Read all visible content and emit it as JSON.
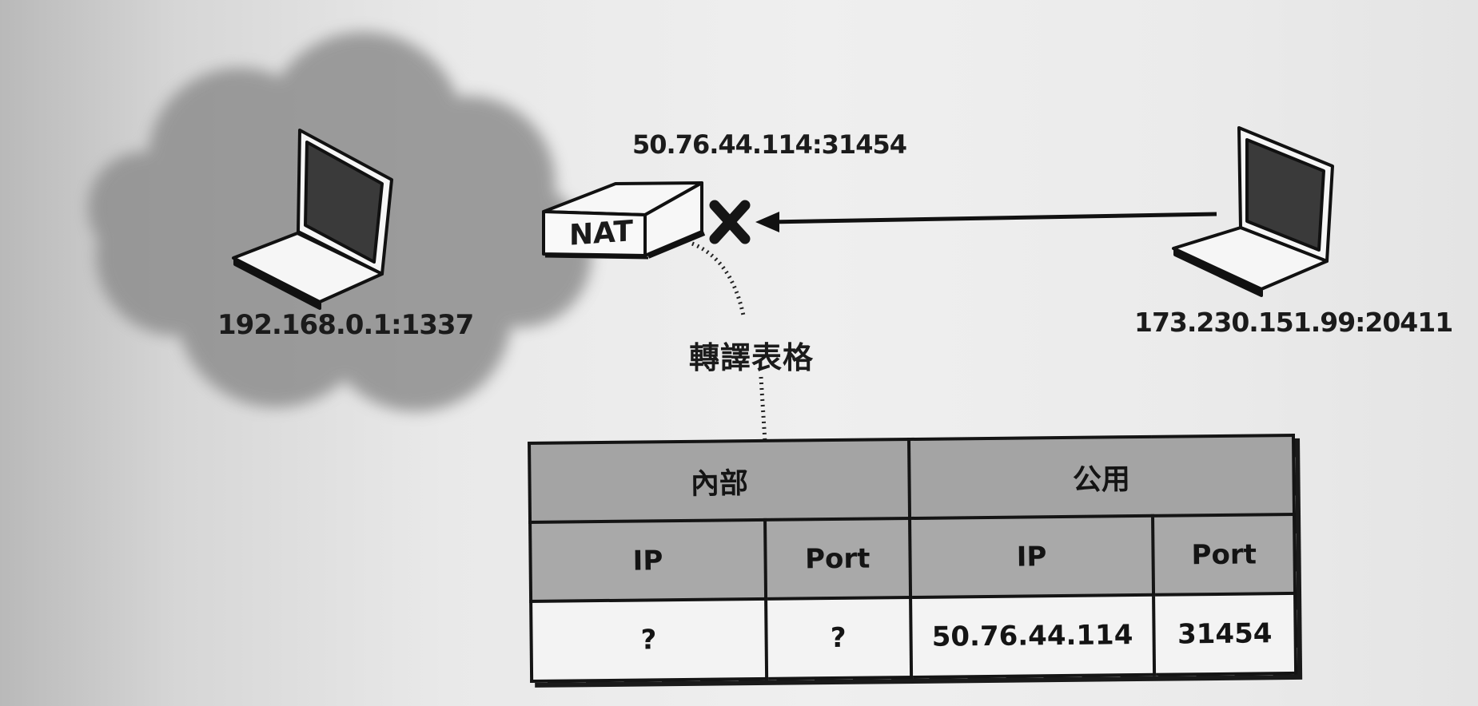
{
  "diagram": {
    "private_client_address": "192.168.0.1:1337",
    "nat_label": "NAT",
    "nat_public_address": "50.76.44.114:31454",
    "remote_peer_address": "173.230.151.99:20411",
    "translation_table_label": "轉譯表格",
    "table": {
      "groups": [
        "內部",
        "公用"
      ],
      "columns": [
        "IP",
        "Port",
        "IP",
        "Port"
      ],
      "row": [
        "?",
        "?",
        "50.76.44.114",
        "31454"
      ]
    }
  }
}
